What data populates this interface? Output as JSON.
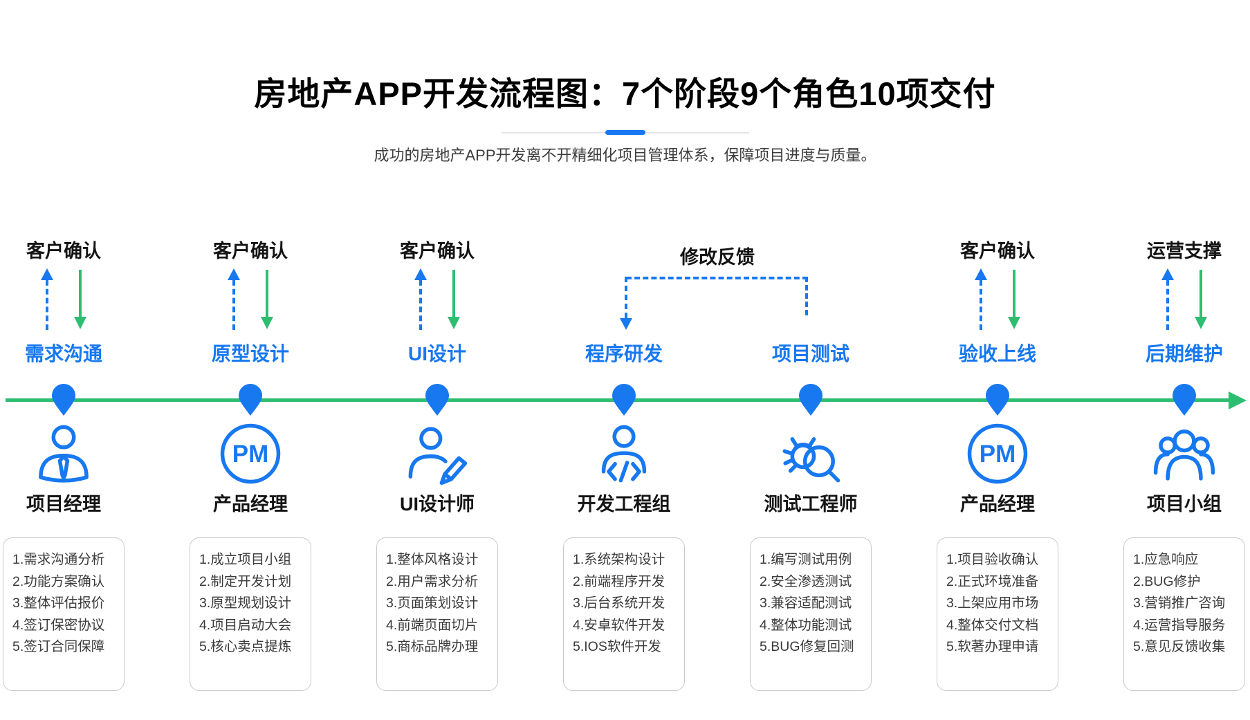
{
  "header": {
    "title": "房地产APP开发流程图：7个阶段9个角色10项交付",
    "subtitle": "成功的房地产APP开发离不开精细化项目管理体系，保障项目进度与质量。"
  },
  "feedback": {
    "label": "修改反馈"
  },
  "colors": {
    "blue": "#1778F0",
    "green": "#2EBE72"
  },
  "stages": [
    {
      "top_label": "客户确认",
      "arrows": true,
      "stage_label": "需求沟通",
      "role": "项目经理",
      "icon": "person-tie-icon",
      "tasks": [
        "1.需求沟通分析",
        "2.功能方案确认",
        "3.整体评估报价",
        "4.签订保密协议",
        "5.签订合同保障"
      ]
    },
    {
      "top_label": "客户确认",
      "arrows": true,
      "stage_label": "原型设计",
      "role": "产品经理",
      "icon": "pm-badge-icon",
      "tasks": [
        "1.成立项目小组",
        "2.制定开发计划",
        "3.原型规划设计",
        "4.项目启动大会",
        "5.核心卖点提炼"
      ]
    },
    {
      "top_label": "客户确认",
      "arrows": true,
      "stage_label": "UI设计",
      "role": "UI设计师",
      "icon": "ui-designer-icon",
      "tasks": [
        "1.整体风格设计",
        "2.用户需求分析",
        "3.页面策划设计",
        "4.前端页面切片",
        "5.商标品牌办理"
      ]
    },
    {
      "top_label": "",
      "arrows": false,
      "stage_label": "程序研发",
      "role": "开发工程组",
      "icon": "developer-code-icon",
      "tasks": [
        "1.系统架构设计",
        "2.前端程序开发",
        "3.后台系统开发",
        "4.安卓软件开发",
        "5.IOS软件开发"
      ]
    },
    {
      "top_label": "",
      "arrows": false,
      "stage_label": "项目测试",
      "role": "测试工程师",
      "icon": "bug-test-icon",
      "tasks": [
        "1.编写测试用例",
        "2.安全渗透测试",
        "3.兼容适配测试",
        "4.整体功能测试",
        "5.BUG修复回测"
      ]
    },
    {
      "top_label": "客户确认",
      "arrows": true,
      "stage_label": "验收上线",
      "role": "产品经理",
      "icon": "pm-badge-icon",
      "tasks": [
        "1.项目验收确认",
        "2.正式环境准备",
        "3.上架应用市场",
        "4.整体交付文档",
        "5.软著办理申请"
      ]
    },
    {
      "top_label": "运营支撑",
      "arrows": true,
      "stage_label": "后期维护",
      "role": "项目小组",
      "icon": "team-group-icon",
      "tasks": [
        "1.应急响应",
        "2.BUG修护",
        "3.营销推广咨询",
        "4.运营指导服务",
        "5.意见反馈收集"
      ]
    }
  ]
}
